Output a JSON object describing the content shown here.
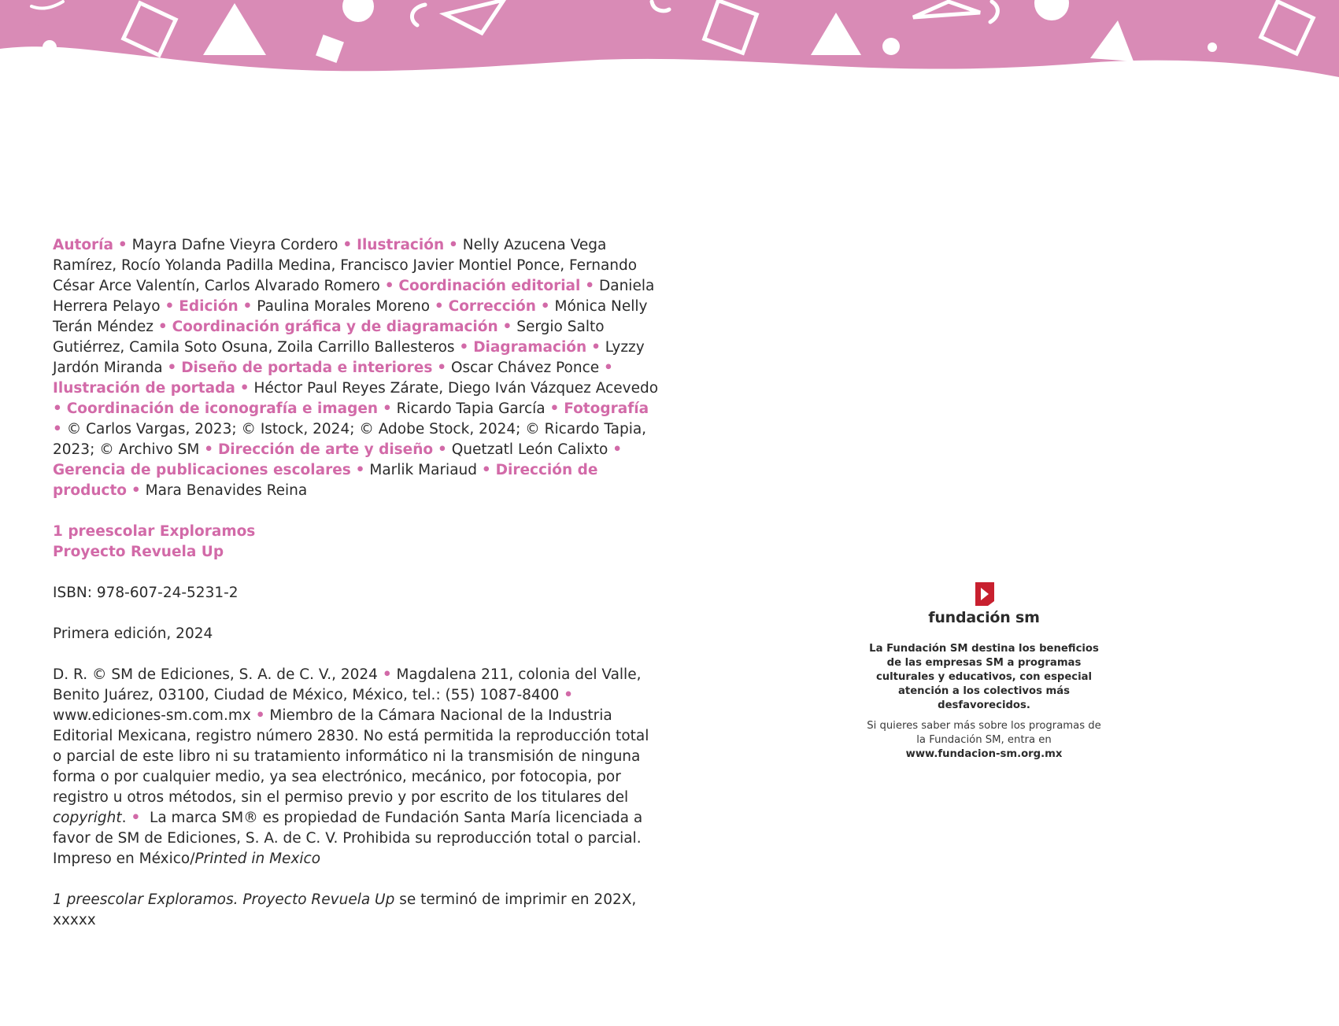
{
  "credits": [
    {
      "role": "Autoría",
      "value": "Mayra Dafne Vieyra Cordero"
    },
    {
      "role": "Ilustración",
      "value": "Nelly Azucena Vega Ramírez, Rocío Yolanda Padilla Medina, Francisco Javier Montiel Ponce, Fernando César Arce Valentín, Carlos Alvarado Romero"
    },
    {
      "role": "Coordinación editorial",
      "value": "Daniela Herrera Pelayo"
    },
    {
      "role": "Edición",
      "value": "Paulina Morales Moreno"
    },
    {
      "role": "Corrección",
      "value": "Mónica Nelly Terán Méndez"
    },
    {
      "role": "Coordinación gráfica y de diagramación",
      "value": "Sergio Salto Gutiérrez, Camila Soto Osuna, Zoila Carrillo Ballesteros"
    },
    {
      "role": "Diagramación",
      "value": "Lyzzy Jardón Miranda"
    },
    {
      "role": "Diseño de portada e interiores",
      "value": "Oscar Chávez Ponce"
    },
    {
      "role": "Ilustración de portada",
      "value": "Héctor Paul Reyes Zárate, Diego Iván Vázquez Acevedo"
    },
    {
      "role": "Coordinación de iconografía e imagen",
      "value": "Ricardo Tapia García"
    },
    {
      "role": "Fotografía",
      "value": "© Carlos Vargas, 2023; © Istock, 2024; © Adobe Stock, 2024; © Ricardo Tapia, 2023; © Archivo SM"
    },
    {
      "role": "Dirección de arte y diseño",
      "value": "Quetzatl León Calixto"
    },
    {
      "role": "Gerencia de publicaciones escolares",
      "value": "Marlik Mariaud"
    },
    {
      "role": "Dirección de producto",
      "value": "Mara Benavides Reina"
    }
  ],
  "book": {
    "title_line1": "1 preescolar Exploramos",
    "title_line2": "Proyecto Revuela Up",
    "isbn": "ISBN: 978-607-24-5231-2",
    "edition": "Primera edición, 2024"
  },
  "legal": {
    "part1": "D. R. © SM de Ediciones, S. A. de C. V., 2024",
    "part2": "Magdalena 211, colonia del Valle, Benito Juárez, 03100, Ciudad de México, México, tel.: (55) 1087-8400",
    "part3": "www.ediciones-sm.com.mx",
    "part4": "Miembro de la Cámara Nacional de la Industria Editorial Mexicana, registro número 2830. No está permitida la reproducción total o parcial de este libro ni su tratamiento informático ni la transmisión de ninguna forma o por cualquier medio, ya sea electrónico, mecánico, por fotocopia, por registro u otros métodos, sin el permiso previo y por escrito de los titulares del",
    "copyright_word": "copyright",
    "period": ".",
    "part5": "La marca SM® es propiedad de Fundación Santa María licenciada a favor de SM de Ediciones, S. A. de C. V. Prohibida su reproducción total o parcial. Impreso en México/",
    "printed_in": "Printed in Mexico"
  },
  "colophon": {
    "title_italic": "1 preescolar Exploramos. Proyecto Revuela Up",
    "rest": " se terminó de imprimir en 202X, xxxxx"
  },
  "fundacion": {
    "logo_text": "fundación sm",
    "mission": "La Fundación SM destina los beneficios de las empresas SM a programas culturales y educativos, con especial atención a los colectivos más desfavorecidos.",
    "more_text": "Si quieres saber más sobre los programas de la Fundación SM, entra en",
    "url": "www.fundacion-sm.org.mx"
  },
  "colors": {
    "accent": "#d26aa8",
    "band": "#d98bb6",
    "logo_red": "#c8202f",
    "text": "#2b2b2b"
  },
  "icons": [
    "play-icon",
    "triangle-shape",
    "square-shape",
    "circle-shape",
    "squiggle-shape"
  ]
}
